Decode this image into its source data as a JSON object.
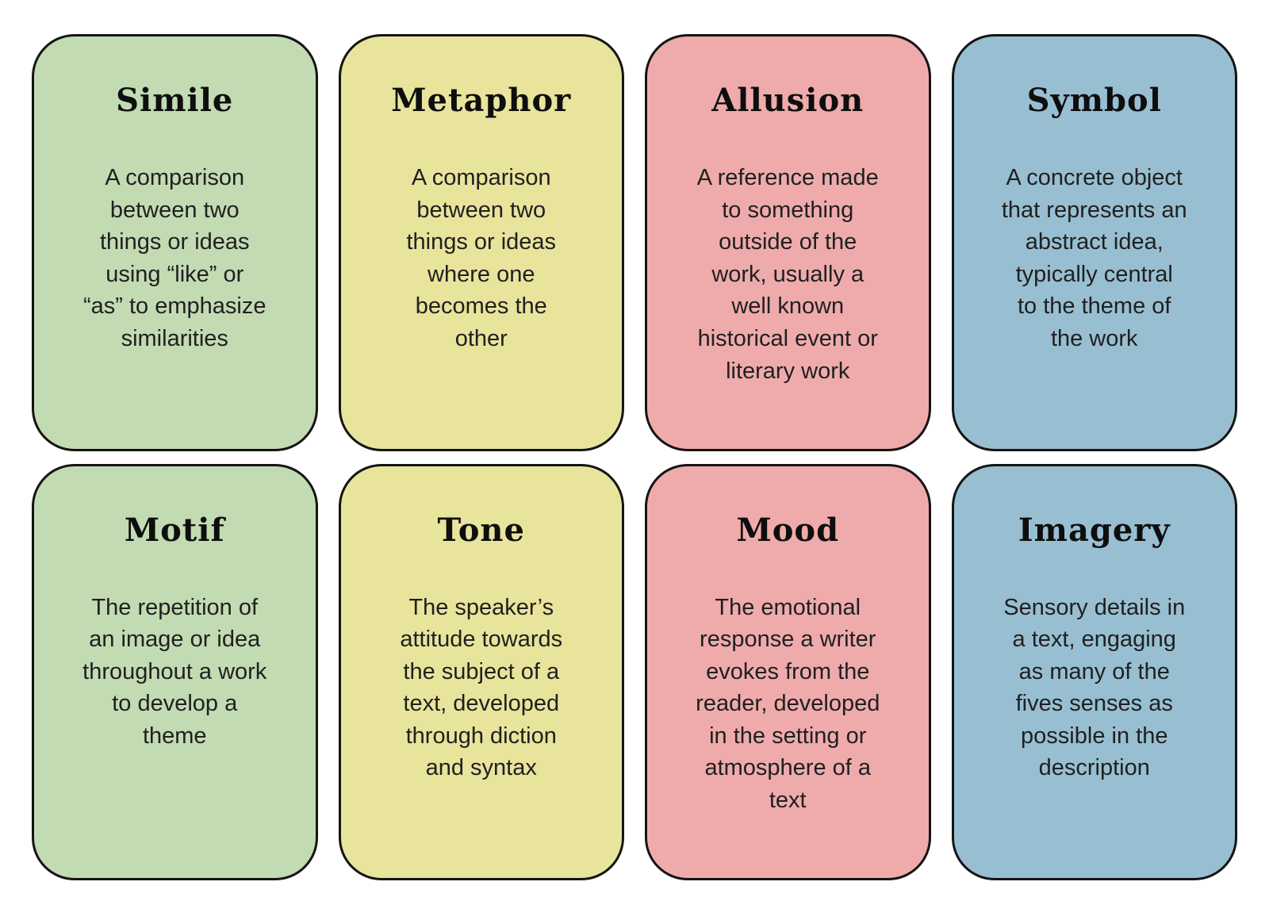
{
  "page": {
    "background": "#ffffff",
    "card_border_color": "#141414"
  },
  "cards": [
    {
      "id": "simile",
      "title": "Simile",
      "description": "A comparison\nbetween two\nthings or ideas\nusing “like” or\n“as” to emphasize\nsimilarities",
      "bg": "#c2dbb3"
    },
    {
      "id": "metaphor",
      "title": "Metaphor",
      "description": "A comparison\nbetween two\nthings or ideas\nwhere one\nbecomes the\nother",
      "bg": "#e9e49c"
    },
    {
      "id": "allusion",
      "title": "Allusion",
      "description": "A reference made\nto something\noutside of the\nwork, usually a\nwell known\nhistorical event or\nliterary work",
      "bg": "#efabac"
    },
    {
      "id": "symbol",
      "title": "Symbol",
      "description": "A concrete object\nthat represents an\nabstract idea,\ntypically central\nto the theme of\nthe work",
      "bg": "#98bfd1"
    },
    {
      "id": "motif",
      "title": "Motif",
      "description": "The repetition of\nan image or idea\nthroughout a work\nto develop a\ntheme",
      "bg": "#c2dbb3"
    },
    {
      "id": "tone",
      "title": "Tone",
      "description": "The speaker’s\nattitude towards\nthe subject of a\ntext, developed\nthrough diction\nand syntax",
      "bg": "#e9e49c"
    },
    {
      "id": "mood",
      "title": "Mood",
      "description": "The emotional\nresponse a writer\nevokes from the\nreader, developed\nin the setting or\natmosphere of a\ntext",
      "bg": "#efabac"
    },
    {
      "id": "imagery",
      "title": "Imagery",
      "description": "Sensory details in\na text, engaging\nas many of the\nfives senses as\npossible in the\ndescription",
      "bg": "#98bfd1"
    }
  ]
}
